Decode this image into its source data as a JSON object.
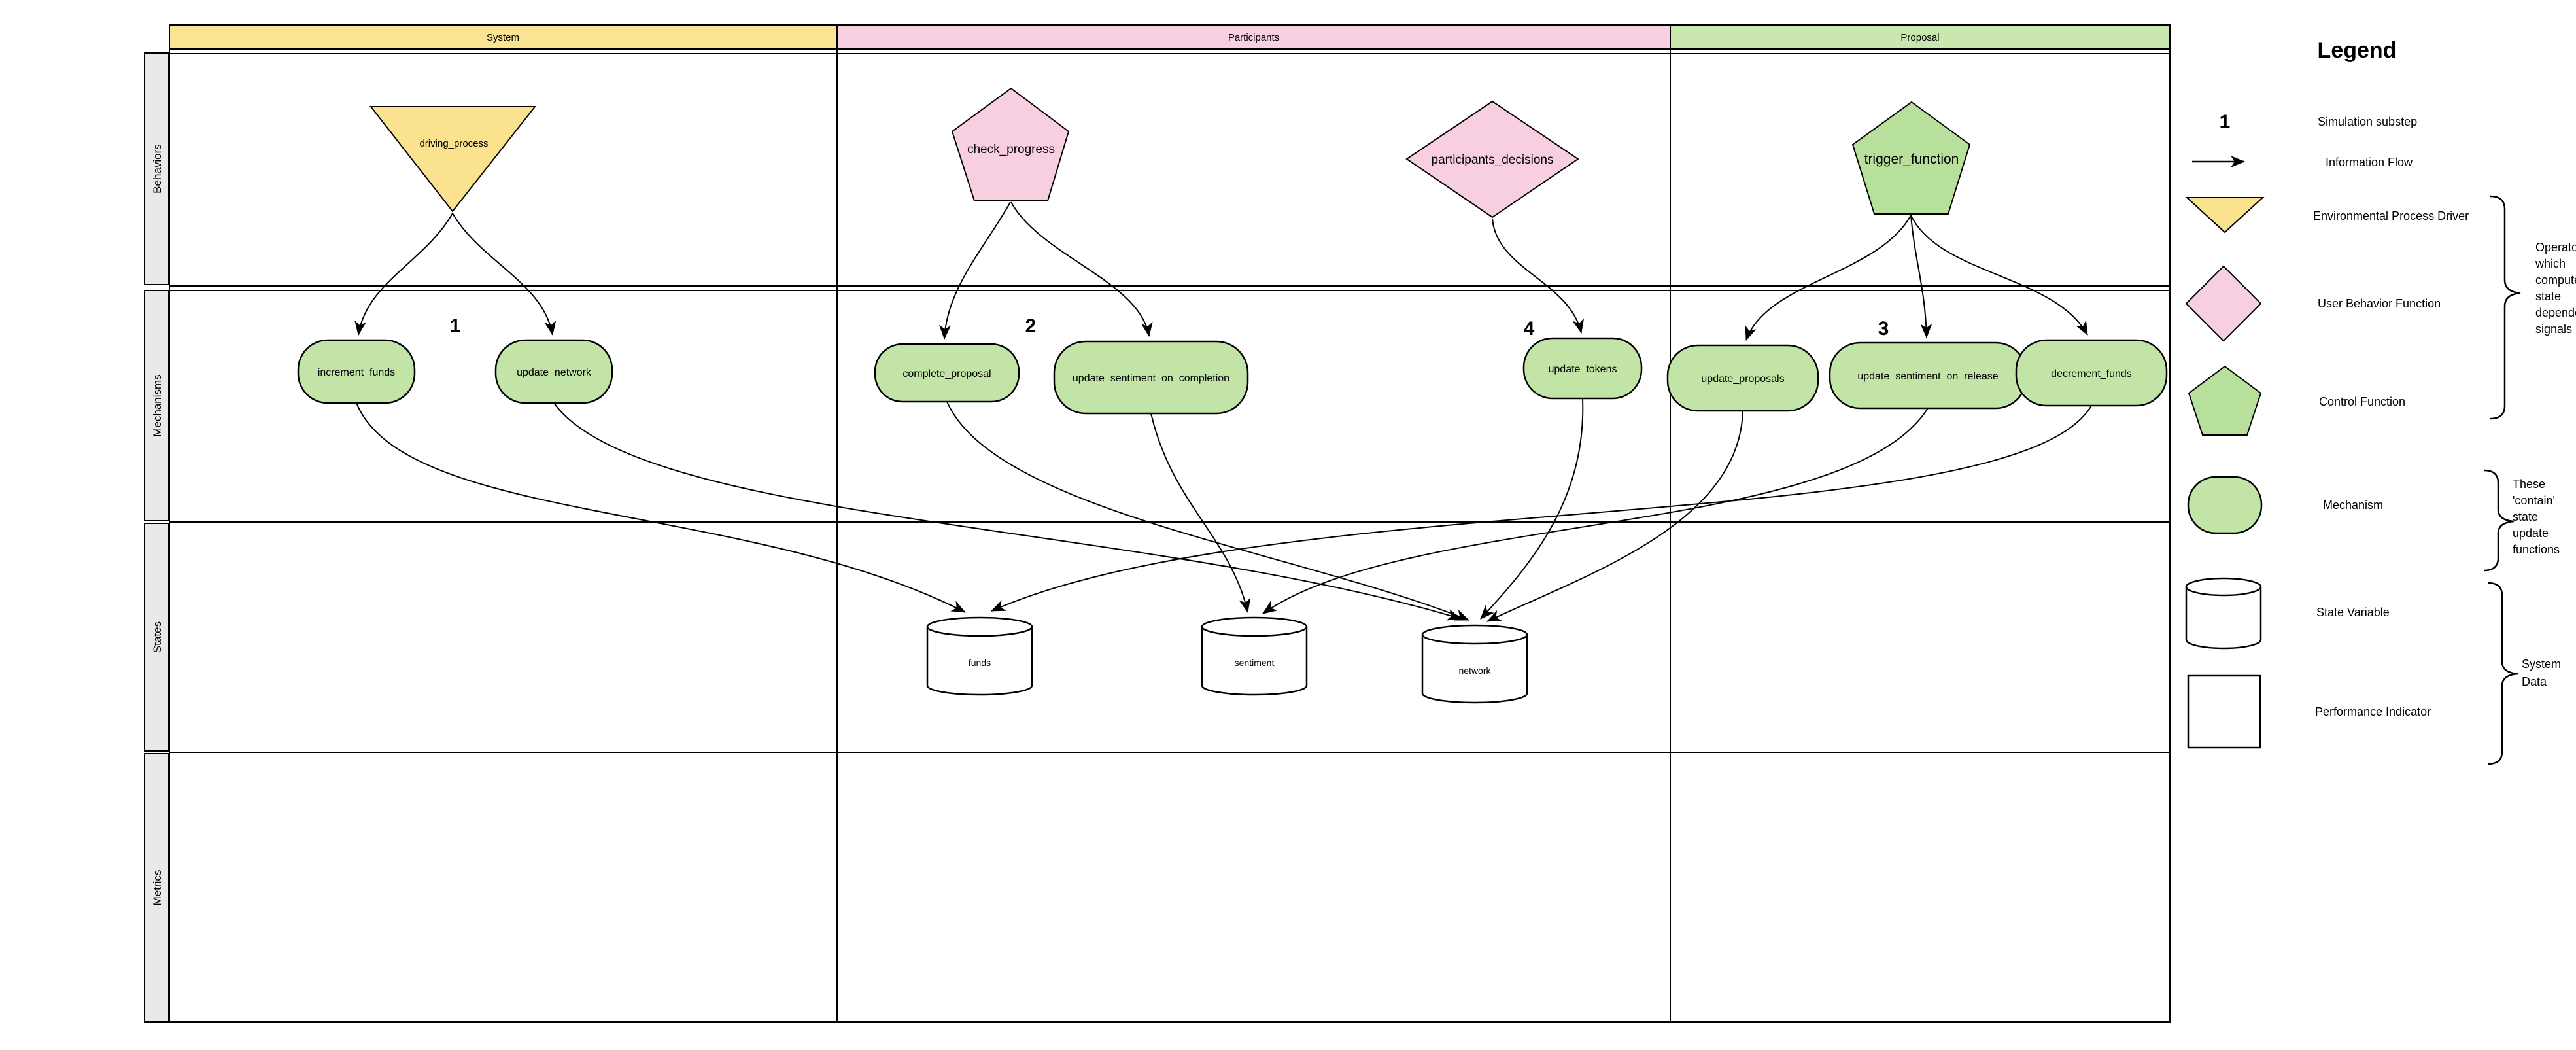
{
  "columns": [
    {
      "label": "System",
      "color": "#fae493"
    },
    {
      "label": "Participants",
      "color": "#f9cfe2"
    },
    {
      "label": "Proposal",
      "color": "#c9e7ae"
    }
  ],
  "rows": [
    {
      "label": "Behaviors"
    },
    {
      "label": "Mechanisms"
    },
    {
      "label": "States"
    },
    {
      "label": "Metrics"
    }
  ],
  "behaviors": [
    {
      "label": "driving_process",
      "shape": "triangle-down",
      "type": "environmental-process-driver",
      "column": "System"
    },
    {
      "label": "check_progress",
      "shape": "pentagon",
      "type": "user-behavior-function",
      "column": "Participants"
    },
    {
      "label": "participants_decisions",
      "shape": "diamond",
      "type": "user-behavior-function",
      "column": "Participants"
    },
    {
      "label": "trigger_function",
      "shape": "pentagon",
      "type": "control-function",
      "column": "Proposal"
    }
  ],
  "substeps": [
    {
      "value": "1",
      "column": "System"
    },
    {
      "value": "2",
      "column": "Participants"
    },
    {
      "value": "4",
      "column": "Participants"
    },
    {
      "value": "3",
      "column": "Proposal"
    }
  ],
  "mechanisms": [
    {
      "label": "increment_funds"
    },
    {
      "label": "update_network"
    },
    {
      "label": "complete_proposal"
    },
    {
      "label": "update_sentiment_on_completion"
    },
    {
      "label": "update_tokens"
    },
    {
      "label": "update_proposals"
    },
    {
      "label": "update_sentiment_on_release"
    },
    {
      "label": "decrement_funds"
    }
  ],
  "states": [
    {
      "label": "funds"
    },
    {
      "label": "sentiment"
    },
    {
      "label": "network"
    }
  ],
  "edges": {
    "behavior_to_mechanism": [
      {
        "from": "driving_process",
        "to": "increment_funds"
      },
      {
        "from": "driving_process",
        "to": "update_network"
      },
      {
        "from": "check_progress",
        "to": "complete_proposal"
      },
      {
        "from": "check_progress",
        "to": "update_sentiment_on_completion"
      },
      {
        "from": "participants_decisions",
        "to": "update_tokens"
      },
      {
        "from": "trigger_function",
        "to": "update_proposals"
      },
      {
        "from": "trigger_function",
        "to": "update_sentiment_on_release"
      },
      {
        "from": "trigger_function",
        "to": "decrement_funds"
      }
    ],
    "mechanism_to_state": [
      {
        "from": "increment_funds",
        "to": "funds"
      },
      {
        "from": "decrement_funds",
        "to": "funds"
      },
      {
        "from": "update_sentiment_on_completion",
        "to": "sentiment"
      },
      {
        "from": "update_sentiment_on_release",
        "to": "sentiment"
      },
      {
        "from": "update_network",
        "to": "network"
      },
      {
        "from": "complete_proposal",
        "to": "network"
      },
      {
        "from": "update_tokens",
        "to": "network"
      },
      {
        "from": "update_proposals",
        "to": "network"
      }
    ]
  },
  "legend": {
    "title": "Legend",
    "items": [
      {
        "symbol": "substep-number",
        "sample": "1",
        "label": "Simulation substep"
      },
      {
        "symbol": "arrow",
        "label": "Information Flow"
      },
      {
        "symbol": "triangle-down",
        "label": "Environmental Process Driver"
      },
      {
        "symbol": "diamond",
        "label": "User Behavior Function"
      },
      {
        "symbol": "pentagon",
        "label": "Control Function"
      },
      {
        "symbol": "stadium",
        "label": "Mechanism"
      },
      {
        "symbol": "cylinder",
        "label": "State Variable"
      },
      {
        "symbol": "square",
        "label": "Performance Indicator"
      }
    ]
  },
  "annotations": [
    {
      "text": "Operators which compute state dependent signals"
    },
    {
      "text": "These 'contain' state update functions"
    },
    {
      "text": "System Data"
    }
  ],
  "colors": {
    "env_yellow": "#fae28f",
    "behavior_pink": "#f8cee1",
    "control_green": "#b7e09c",
    "mechanism_green": "#c2e4a7",
    "lane_gray": "#e9e9e9",
    "line": "#000000"
  }
}
